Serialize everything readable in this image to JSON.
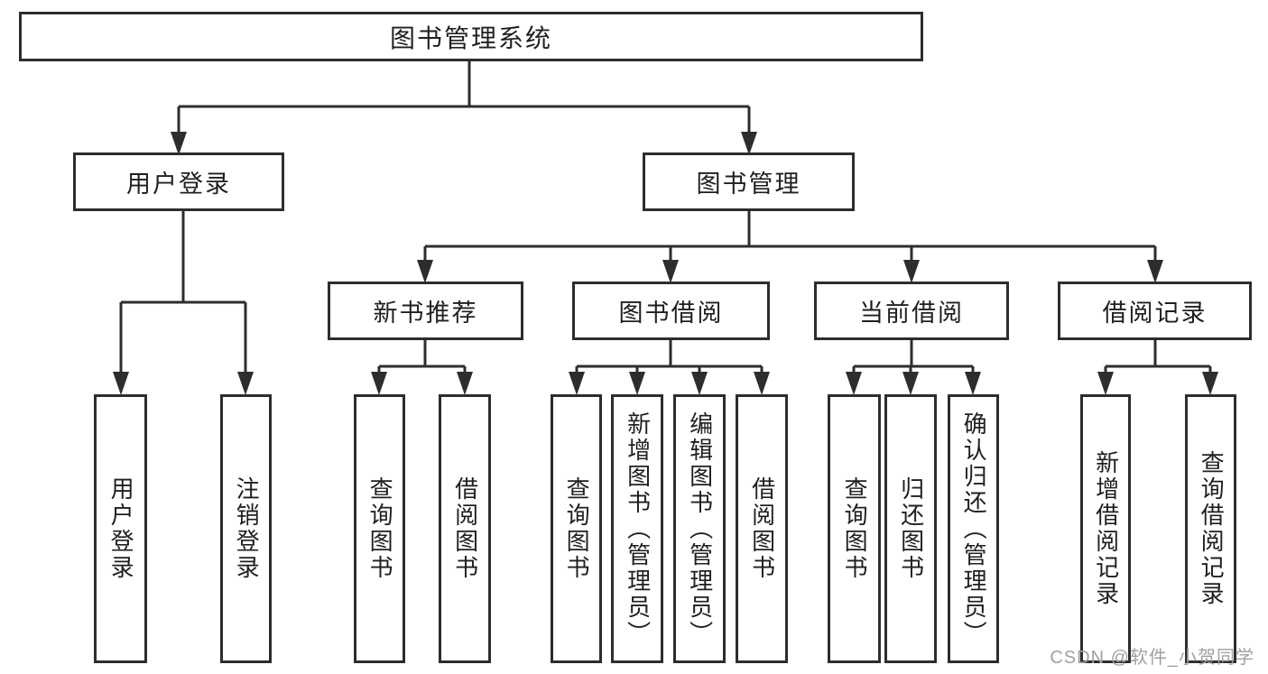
{
  "diagram": {
    "root": {
      "label": "图书管理系统",
      "children": [
        {
          "label": "用户登录",
          "children": [
            {
              "label": "用户登录"
            },
            {
              "label": "注销登录"
            }
          ]
        },
        {
          "label": "图书管理",
          "children": [
            {
              "label": "新书推荐",
              "children": [
                {
                  "label": "查询图书"
                },
                {
                  "label": "借阅图书"
                }
              ]
            },
            {
              "label": "图书借阅",
              "children": [
                {
                  "label": "查询图书"
                },
                {
                  "label": "新增图书（管理员）"
                },
                {
                  "label": "编辑图书（管理员）"
                },
                {
                  "label": "借阅图书"
                }
              ]
            },
            {
              "label": "当前借阅",
              "children": [
                {
                  "label": "查询图书"
                },
                {
                  "label": "归还图书"
                },
                {
                  "label": "确认归还（管理员）"
                }
              ]
            },
            {
              "label": "借阅记录",
              "children": [
                {
                  "label": "新增借阅记录"
                },
                {
                  "label": "查询借阅记录"
                }
              ]
            }
          ]
        }
      ]
    }
  },
  "watermark": {
    "text": "CSDN @软件_小贺同学"
  },
  "colors": {
    "line": "#2d2d2d",
    "text": "#1f1f1f",
    "watermark": "#a0a0a0",
    "background": "#ffffff"
  }
}
